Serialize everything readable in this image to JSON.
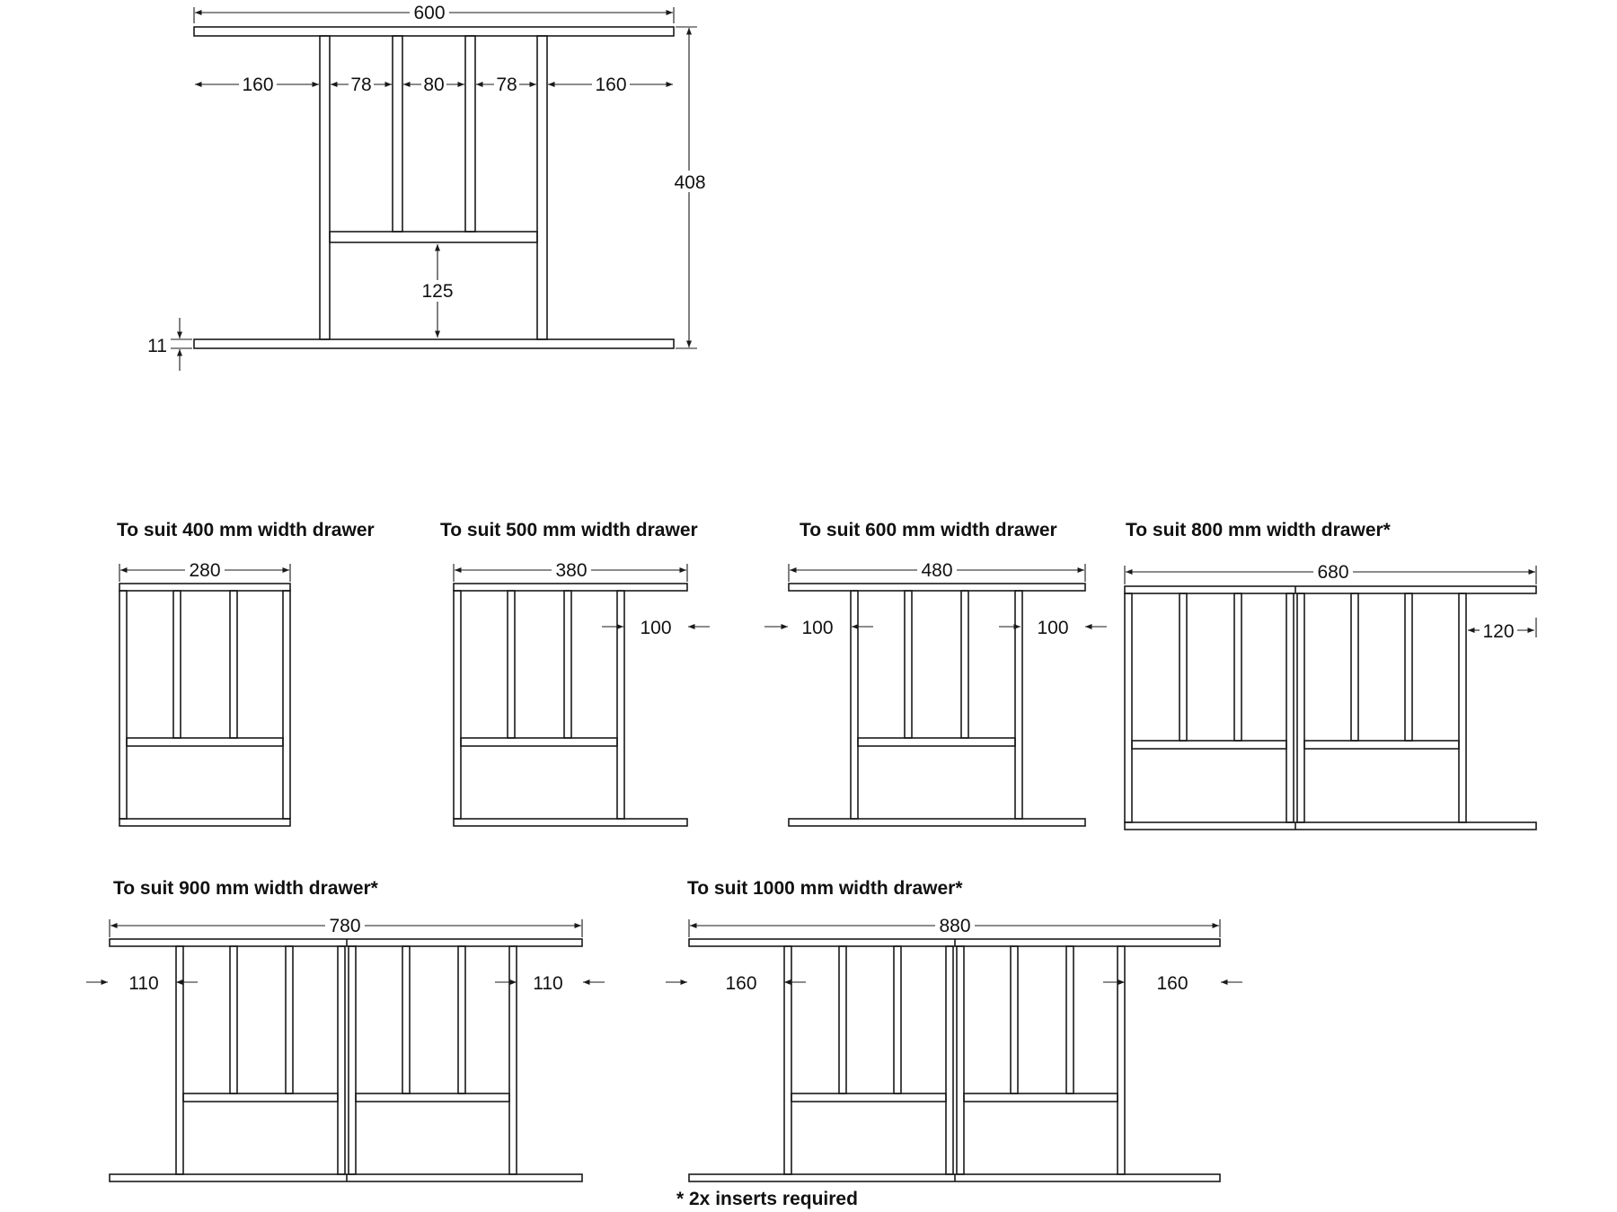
{
  "main_diagram": {
    "overall_width": "600",
    "overall_height": "408",
    "left_bay": "160",
    "inner_left": "78",
    "inner_center": "80",
    "inner_right": "78",
    "right_bay": "160",
    "lower_compartment_height": "125",
    "base_thickness": "11"
  },
  "variants": [
    {
      "title": "To suit 400 mm width drawer",
      "width": "280"
    },
    {
      "title": "To suit 500 mm width drawer",
      "width": "380",
      "offset_right": "100"
    },
    {
      "title": "To suit 600 mm width drawer",
      "width": "480",
      "offset_left": "100",
      "offset_right": "100"
    },
    {
      "title": "To suit 800 mm width drawer*",
      "width": "680",
      "offset_right": "120"
    },
    {
      "title": "To suit 900 mm width drawer*",
      "width": "780",
      "offset_left": "110",
      "offset_right": "110"
    },
    {
      "title": "To suit 1000 mm width drawer*",
      "width": "880",
      "offset_left": "160",
      "offset_right": "160"
    }
  ],
  "footnote": "* 2x inserts required"
}
